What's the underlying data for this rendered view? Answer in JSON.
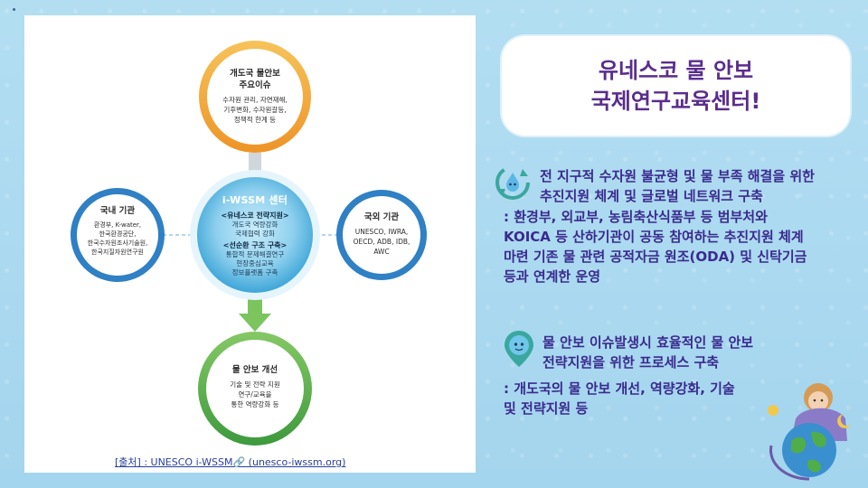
{
  "diagram": {
    "top_circle": {
      "title": "개도국 물안보\n주요이슈",
      "body": "수자원 관리, 자연재해,\n기후변화, 수자원갈등,\n정책적 한계 등"
    },
    "left_circle": {
      "title": "국내 기관",
      "body": "환경부, K-water,\n한국환경공단,\n한국수자원조사기술원,\n한국지질자원연구원"
    },
    "right_circle": {
      "title": "국외 기관",
      "body": "UNESCO, IWRA,\nOECD, ADB, IDB,\nAWC"
    },
    "center_circle": {
      "brand": "i-WSSM 센터",
      "block1_title": "<유네스코 전략지원>",
      "block1_body": "개도국 역량강화\n국제협력 강화",
      "block2_title": "<선순환 구조 구축>",
      "block2_body": "통합적 문제해결연구\n현장중심교육\n정보플랫폼 구축"
    },
    "bottom_circle": {
      "title": "물 안보 개선",
      "body": "기술 및 전략 지원\n연구/교육을\n통한 역량강화 등"
    },
    "source": "[출처] : UNESCO  i-WSSM🔗 (unesco-iwssm.org)",
    "colors": {
      "top": "#f2a43a",
      "bottom": "#5ab04a",
      "side": "#3f8fd0",
      "center": "#4fb3df"
    }
  },
  "title": {
    "line1": "유네스코 물 안보",
    "line2": "국제연구교육센터!"
  },
  "section1": {
    "icon": "water-cycle-icon",
    "heading_line1": "전 지구적 수자원 불균형 및 물 부족 해결을 위한",
    "heading_line2": "추진지원 체계 및 글로벌 네트워크 구축",
    "body_line1": ":  환경부, 외교부, 농림축산식품부 등 범부처와",
    "body_line2": "KOICA 등 산하기관이 공동 참여하는 추진지원 체계",
    "body_line3": "마련 기존 물 관련 공적자금 원조(ODA) 및 신탁기금",
    "body_line4": "등과 연계한 운영"
  },
  "section2": {
    "icon": "location-pin-icon",
    "heading_line1": "물 안보 이슈발생시  효율적인 물 안보",
    "heading_line2": "전략지원을  위한 프로세스 구축",
    "body_line1": ":  개도국의 물 안보 개선, 역량강화,  기술",
    "body_line2": "및 전략지원  등"
  }
}
